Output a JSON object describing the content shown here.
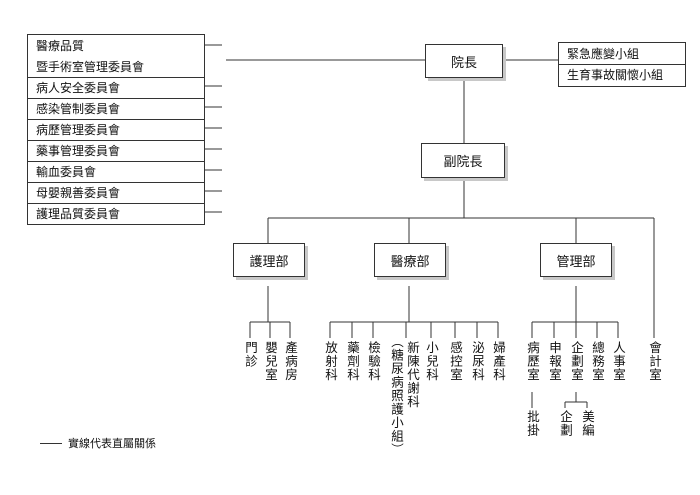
{
  "committees": {
    "items": [
      "醫療品質",
      "暨手術室管理委員會",
      "病人安全委員會",
      "感染管制委員會",
      "病歷管理委員會",
      "藥事管理委員會",
      "輸血委員會",
      "母嬰親善委員會",
      "護理品質委員會"
    ]
  },
  "top": {
    "president": "院長",
    "vice_president": "副院長"
  },
  "task_groups": [
    "緊急應變小組",
    "生育事故關懷小組"
  ],
  "departments": {
    "nursing": {
      "title": "護理部",
      "units": [
        "門診",
        "嬰兒室",
        "產病房"
      ]
    },
    "medical": {
      "title": "醫療部",
      "units": [
        "放射科",
        "藥劑科",
        "檢驗科",
        "新陳代謝科",
        "（糖尿病照護小組）",
        "小兒科",
        "感控室",
        "泌尿科",
        "婦產科"
      ]
    },
    "management": {
      "title": "管理部",
      "units": [
        "病歷室",
        "申報室",
        "企劃室",
        "總務室",
        "人事室"
      ],
      "sub_units": [
        "批掛",
        "企劃",
        "美編"
      ]
    },
    "accounting": "會計室"
  },
  "legend": {
    "label": "實線代表直屬關係"
  }
}
